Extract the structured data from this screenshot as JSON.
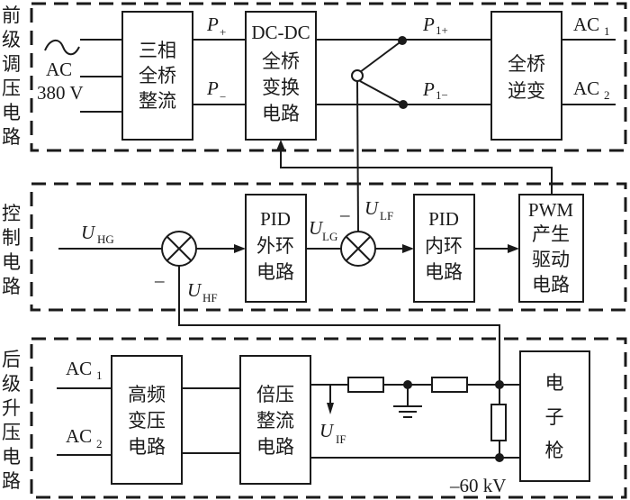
{
  "sections": {
    "front": {
      "label_chars": [
        "前",
        "级",
        "调",
        "压",
        "电",
        "路"
      ]
    },
    "control": {
      "label_chars": [
        "控",
        "制",
        "电",
        "路"
      ]
    },
    "rear": {
      "label_chars": [
        "后",
        "级",
        "升",
        "压",
        "电",
        "路"
      ]
    }
  },
  "front": {
    "source": {
      "line1": "AC",
      "line2": "380 V"
    },
    "rectifier": {
      "lines": [
        "三相",
        "全桥",
        "整流"
      ]
    },
    "p_plus": {
      "main": "P",
      "sub": "+"
    },
    "p_minus": {
      "main": "P",
      "sub": "−"
    },
    "dcdc": {
      "lines": [
        "DC-DC",
        "全桥",
        "变换",
        "电路"
      ]
    },
    "p1_plus": {
      "main": "P",
      "sub": "1+"
    },
    "p1_minus": {
      "main": "P",
      "sub": "1−"
    },
    "inverter": {
      "lines": [
        "全桥",
        "逆变"
      ]
    },
    "ac1": {
      "main": "AC",
      "sub": "1"
    },
    "ac2": {
      "main": "AC",
      "sub": "2"
    }
  },
  "control": {
    "u_hg": {
      "main": "U",
      "sub": "HG"
    },
    "u_hf": {
      "main": "U",
      "sub": "HF"
    },
    "minus1": "–",
    "pid_outer": {
      "lines": [
        "PID",
        "外环",
        "电路"
      ]
    },
    "u_lg": {
      "main": "U",
      "sub": "LG"
    },
    "u_lf": {
      "main": "U",
      "sub": "LF"
    },
    "minus2": "–",
    "pid_inner": {
      "lines": [
        "PID",
        "内环",
        "电路"
      ]
    },
    "pwm": {
      "lines": [
        "PWM",
        "产生",
        "驱动",
        "电路"
      ]
    }
  },
  "rear": {
    "ac1": {
      "main": "AC",
      "sub": "1"
    },
    "ac2": {
      "main": "AC",
      "sub": "2"
    },
    "hf_transformer": {
      "lines": [
        "高频",
        "变压",
        "电路"
      ]
    },
    "doubler": {
      "lines": [
        "倍压",
        "整流",
        "电路"
      ]
    },
    "u_if": {
      "main": "U",
      "sub": "IF"
    },
    "gun": {
      "lines": [
        "电",
        "子",
        "枪"
      ]
    },
    "voltage": "–60 kV"
  }
}
